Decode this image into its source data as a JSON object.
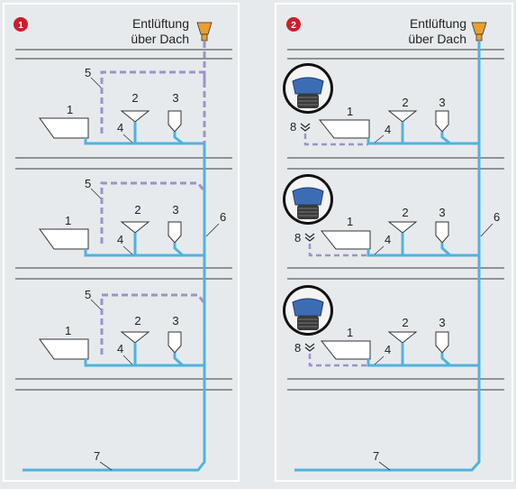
{
  "panels": [
    {
      "badge": "1",
      "vent_line1": "Entlüftung",
      "vent_line2": "über Dach",
      "floors": [
        {
          "label_1": "1",
          "label_2": "2",
          "label_3": "3",
          "label_4": "4",
          "label_5": "5"
        },
        {
          "label_1": "1",
          "label_2": "2",
          "label_3": "3",
          "label_4": "4",
          "label_5": "5"
        },
        {
          "label_1": "1",
          "label_2": "2",
          "label_3": "3",
          "label_4": "4",
          "label_5": "5"
        }
      ],
      "stack_label": "6",
      "main_label": "7"
    },
    {
      "badge": "2",
      "vent_line1": "Entlüftung",
      "vent_line2": "über Dach",
      "floors": [
        {
          "label_1": "1",
          "label_2": "2",
          "label_3": "3",
          "label_4": "4",
          "label_8": "8"
        },
        {
          "label_1": "1",
          "label_2": "2",
          "label_3": "3",
          "label_4": "4",
          "label_8": "8"
        },
        {
          "label_1": "1",
          "label_2": "2",
          "label_3": "3",
          "label_4": "4",
          "label_8": "8"
        }
      ],
      "stack_label": "6",
      "main_label": "7"
    }
  ],
  "colors": {
    "background": "#e7eaec",
    "pipe": "#4fb3df",
    "vent_dashed": "#9b94c8",
    "vent_cap": "#e8a02e",
    "badge": "#c8202d",
    "valve_blue": "#3c6db4",
    "line": "#3a3a3a"
  }
}
